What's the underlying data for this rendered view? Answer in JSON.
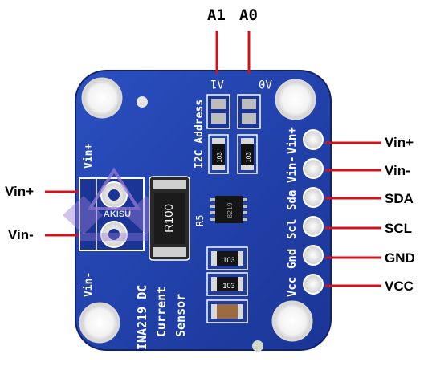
{
  "image": {
    "description_labels": {
      "top": [
        "A1",
        "A0"
      ],
      "right": [
        "Vin+",
        "Vin-",
        "SDA",
        "SCL",
        "GND",
        "VCC"
      ],
      "left": [
        "Vin+",
        "Vin-"
      ]
    }
  },
  "board": {
    "silk_address": "I2C Address",
    "silk_a1": "A1",
    "silk_a0": "A0",
    "silk_pins": [
      "Vin+",
      "Vin-",
      "Sda",
      "Scl",
      "Gnd",
      "Vcc"
    ],
    "silk_terminal_top": "Vin+",
    "silk_terminal_bottom": "Vin-",
    "silk_title_1": "INA219 DC",
    "silk_title_2": "Current",
    "silk_title_3": "Sensor",
    "shunt_label": "R100",
    "r5_label": "R5",
    "chip_label": "8219",
    "resistor_code_1": "103",
    "resistor_code_2": "103",
    "small_res_1": "103",
    "small_res_2": "103",
    "watermark": "AKISU"
  },
  "colors": {
    "board": "#1c3ea8",
    "silk": "#ffffff",
    "wire": "#d0141c",
    "watermark": "#9a7bd6"
  }
}
